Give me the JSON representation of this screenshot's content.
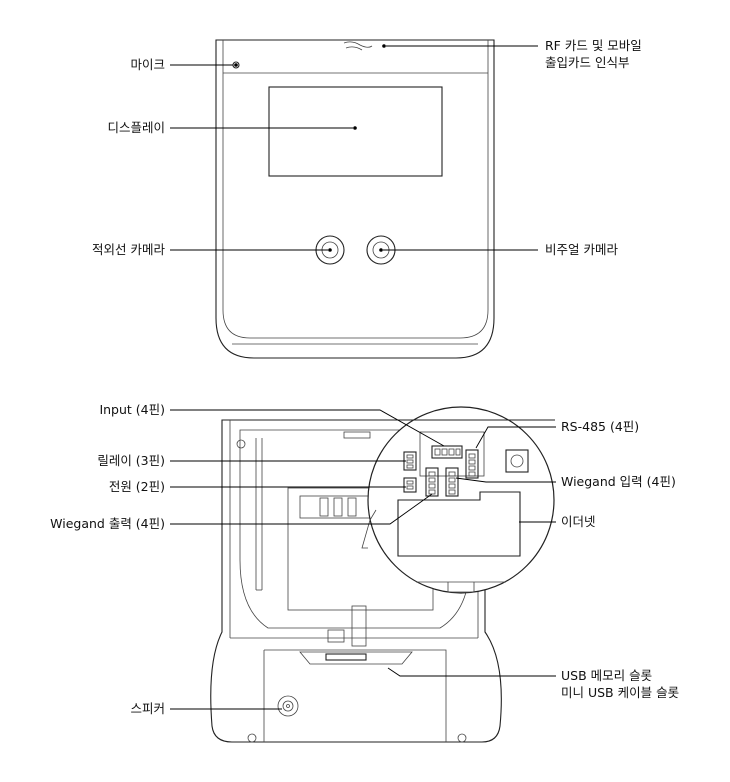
{
  "labels": {
    "mic": "마이크",
    "rf_line1": "RF 카드 및 모바일",
    "rf_line2": "출입카드 인식부",
    "display": "디스플레이",
    "ir_camera": "적외선 카메라",
    "visual_camera": "비주얼 카메라",
    "input": "Input (4핀)",
    "rs485": "RS-485 (4핀)",
    "relay": "릴레이 (3핀)",
    "power": "전원 (2핀)",
    "wiegand_in": "Wiegand 입력 (4핀)",
    "wiegand_out": "Wiegand 출력 (4핀)",
    "ethernet": "이더넷",
    "usb_line1": "USB 메모리 슬롯",
    "usb_line2": "미니 USB 케이블 슬롯",
    "speaker": "스피커"
  }
}
